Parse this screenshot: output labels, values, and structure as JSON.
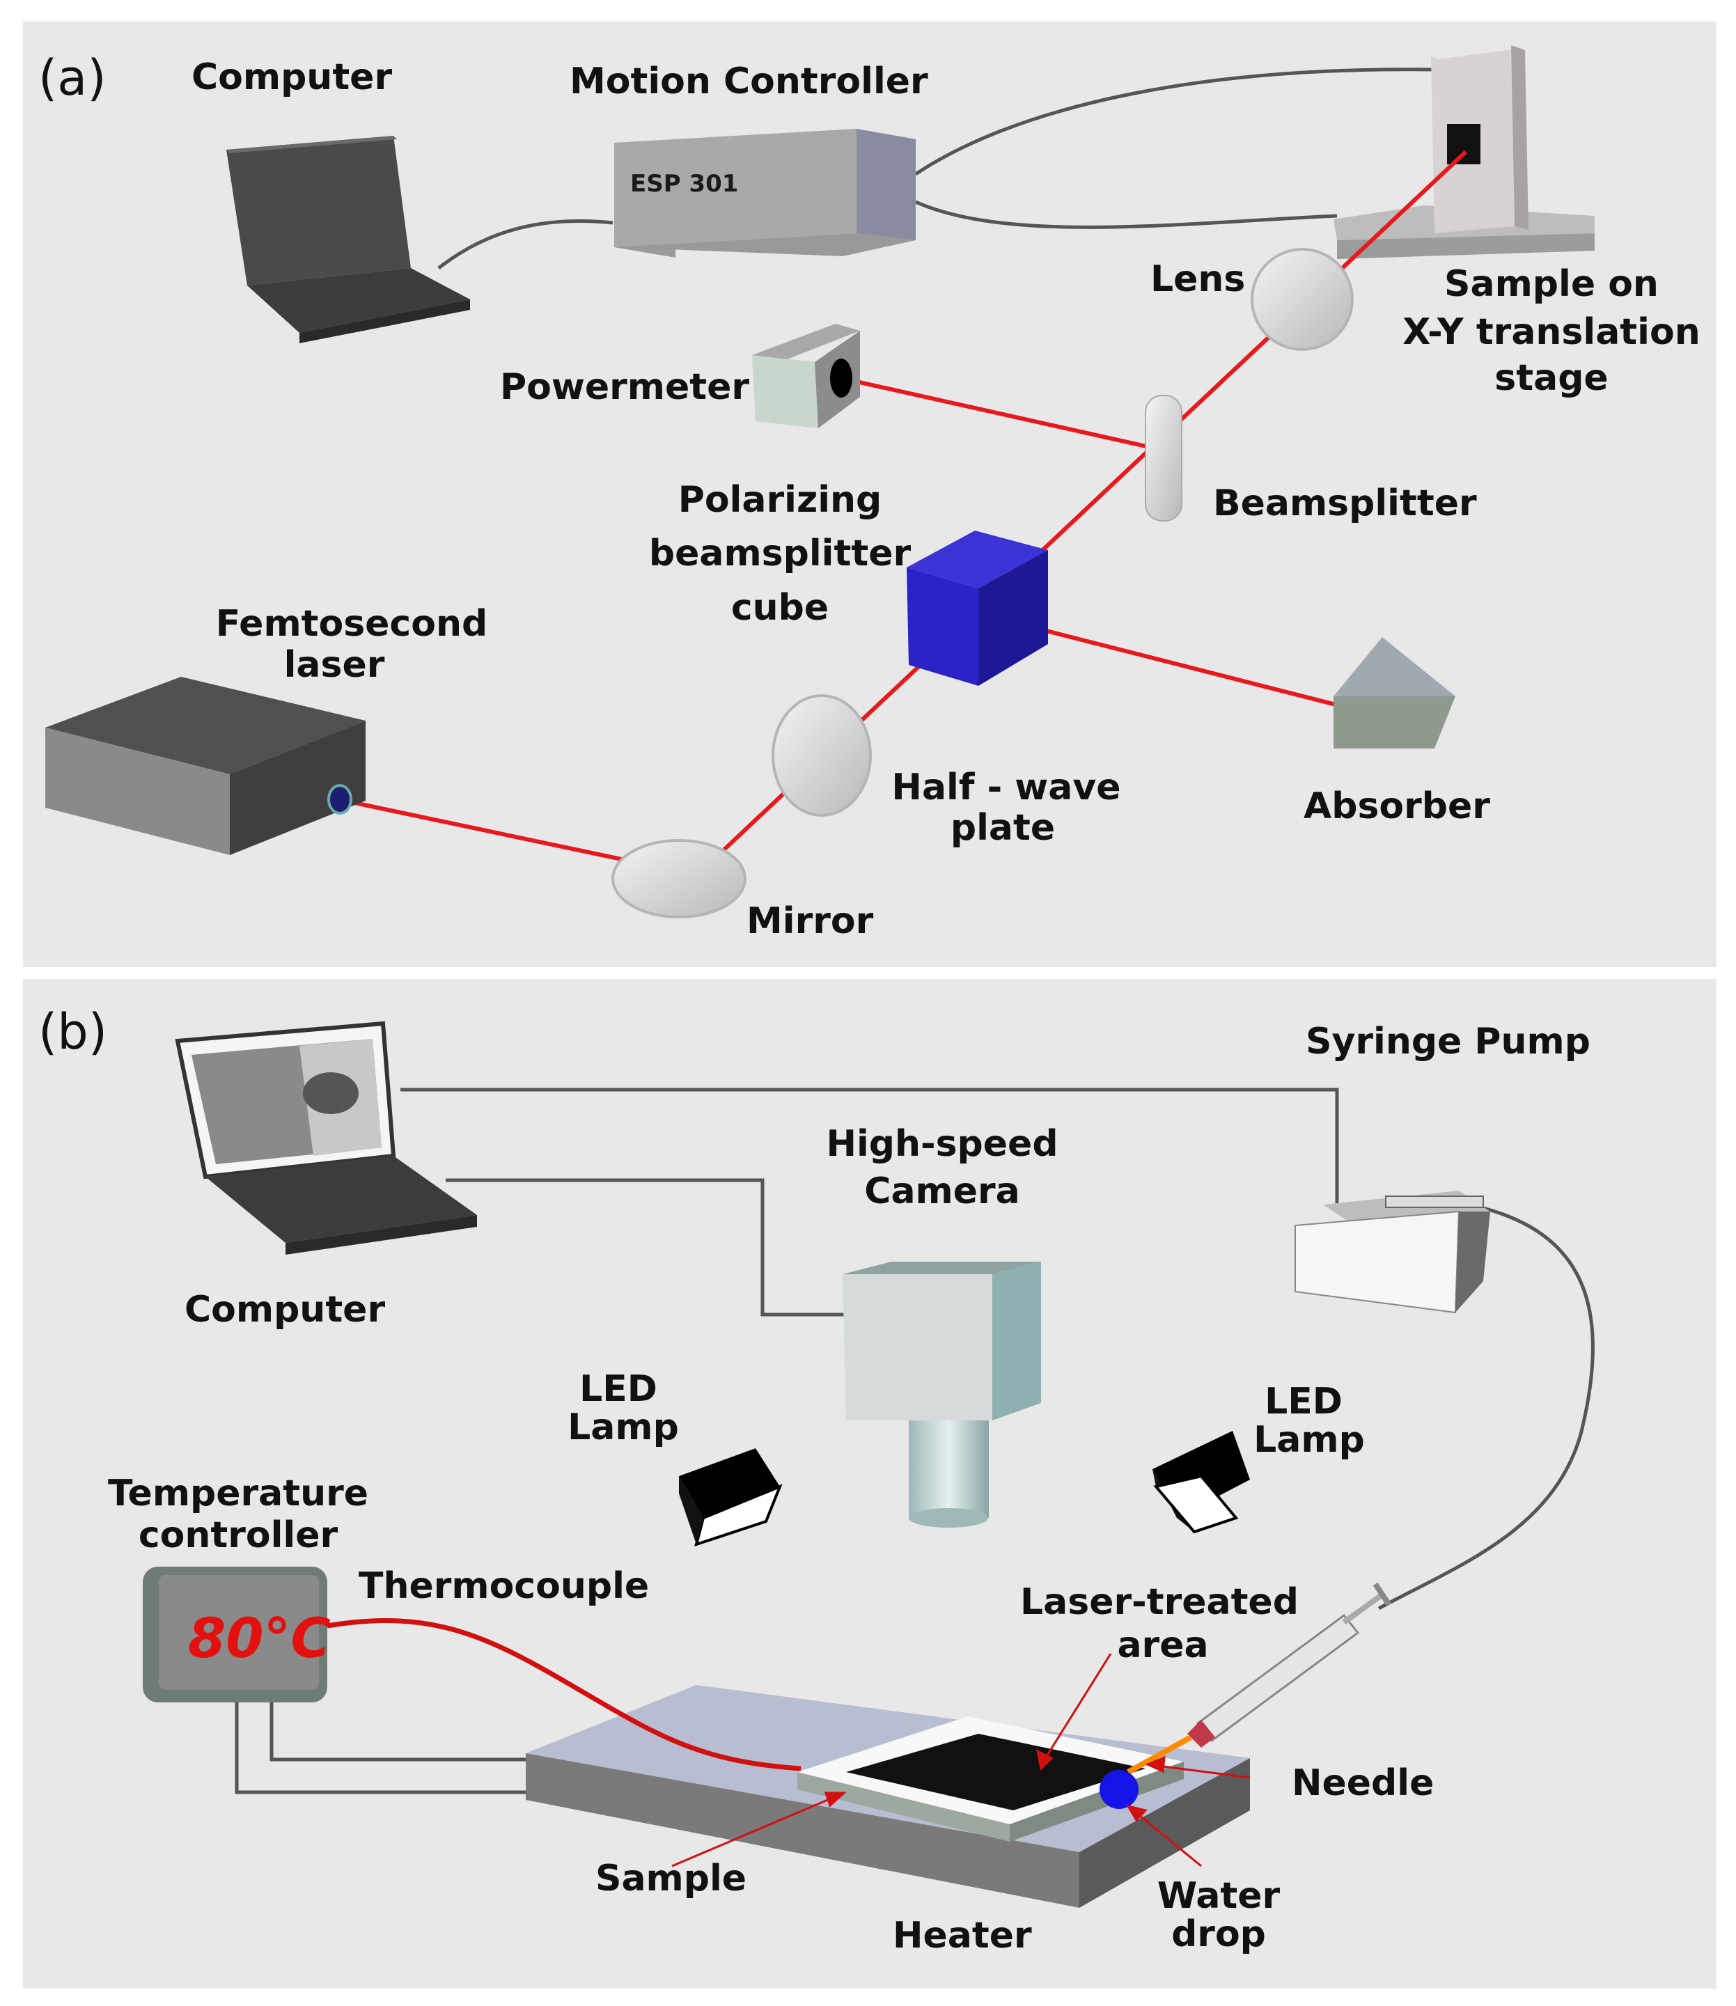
{
  "panel_a": {
    "tag": "(a)",
    "computer": "Computer",
    "motion_controller": "Motion Controller",
    "esp": "ESP 301",
    "lens": "Lens",
    "sample_stage": [
      "Sample on",
      "X-Y translation",
      "stage"
    ],
    "powermeter": "Powermeter",
    "beamsplitter": "Beamsplitter",
    "pbs_cube": [
      "Polarizing",
      "beamsplitter",
      "cube"
    ],
    "laser": [
      "Femtosecond",
      "laser"
    ],
    "half_wave": [
      "Half - wave",
      "plate"
    ],
    "absorber": "Absorber",
    "mirror": "Mirror"
  },
  "panel_b": {
    "tag": "(b)",
    "syringe_pump": "Syringe Pump",
    "camera": [
      "High-speed",
      "Camera"
    ],
    "computer": "Computer",
    "led_left": [
      "LED",
      "Lamp"
    ],
    "led_right": [
      "LED",
      "Lamp"
    ],
    "temp_controller": [
      "Temperature",
      "controller"
    ],
    "temperature_display": "80°C",
    "thermocouple": "Thermocouple",
    "laser_treated": [
      "Laser-treated",
      "area"
    ],
    "needle": "Needle",
    "sample": "Sample",
    "heater": "Heater",
    "water_drop": [
      "Water",
      "drop"
    ]
  },
  "colors": {
    "beam": "#e8191c",
    "cube": "#2b22c8",
    "water_drop": "#1414e6",
    "panel_bg": "#e8e8e8"
  }
}
